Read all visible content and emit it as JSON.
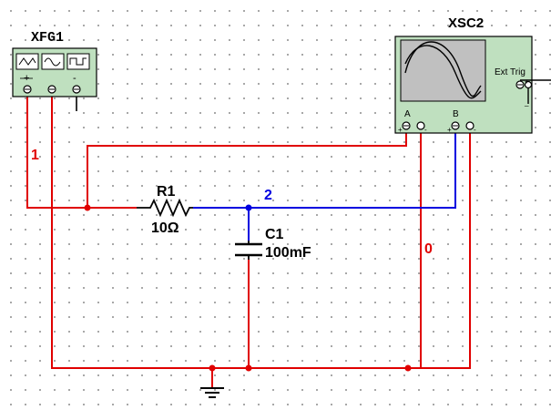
{
  "function_generator": {
    "name": "XFG1",
    "terminals": [
      "+",
      "-"
    ]
  },
  "oscilloscope": {
    "name": "XSC2",
    "channel_a": "A",
    "channel_b": "B",
    "ext_trig": "Ext Trig",
    "terminals": [
      "+",
      "-",
      "+",
      "-"
    ]
  },
  "resistor": {
    "name": "R1",
    "value": "10Ω"
  },
  "capacitor": {
    "name": "C1",
    "value": "100mF"
  },
  "nets": {
    "net1": "1",
    "net2": "2",
    "net0": "0"
  },
  "colors": {
    "red_net": "#e00000",
    "blue_net": "#0000e0",
    "instrument_body": "#bfe0bf",
    "screen": "#c0c0c0",
    "background": "#ffffff"
  }
}
